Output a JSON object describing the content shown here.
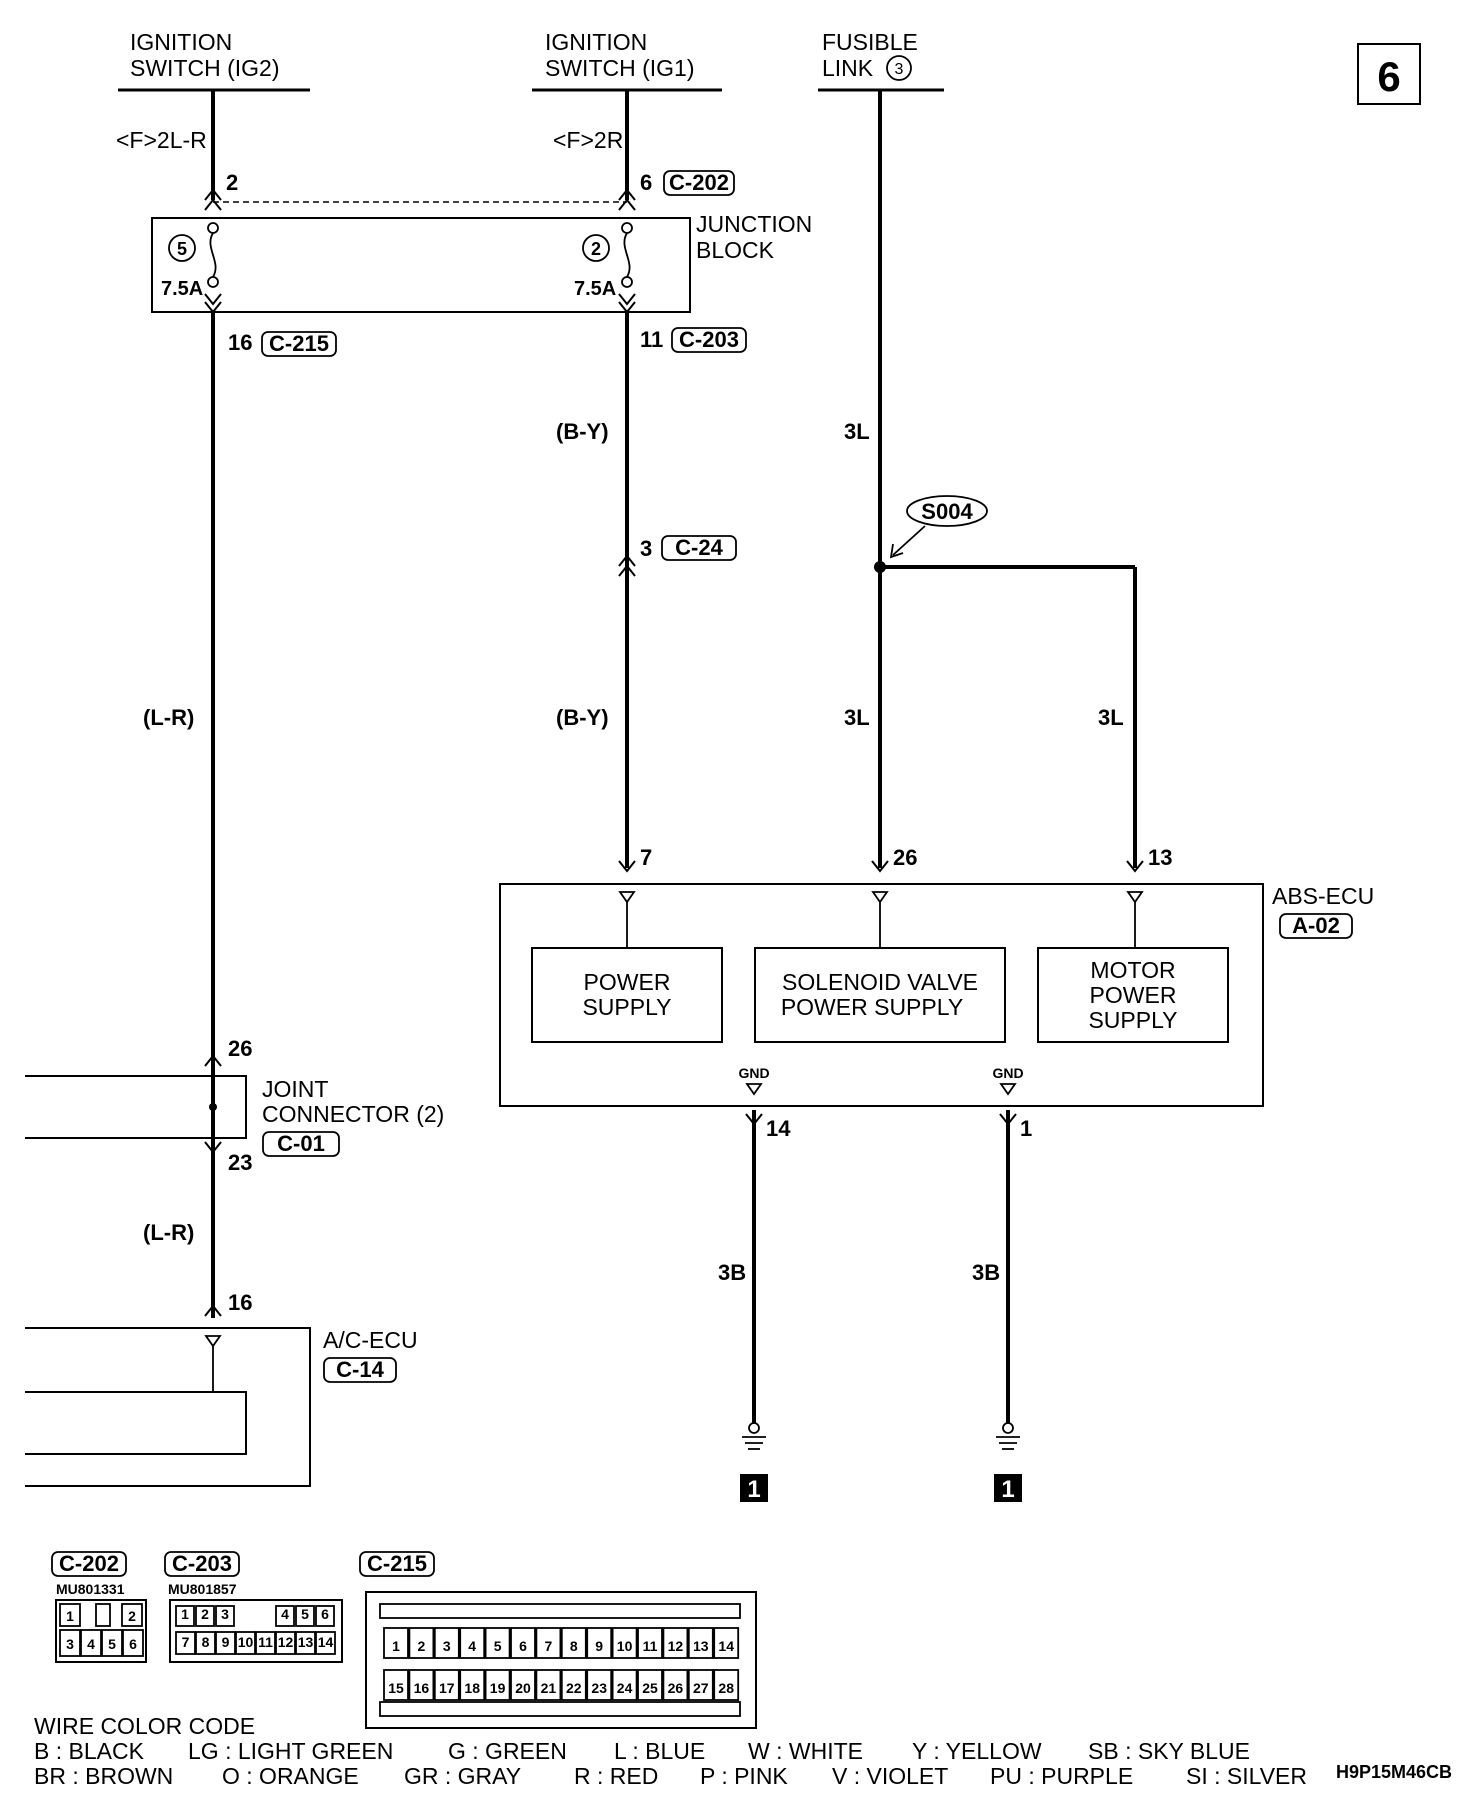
{
  "page_number": "6",
  "sources": {
    "ig2": {
      "line1": "IGNITION",
      "line2": "SWITCH (IG2)",
      "wire_code": "<F>2L-R"
    },
    "ig1": {
      "line1": "IGNITION",
      "line2": "SWITCH (IG1)",
      "wire_code": "<F>2R"
    },
    "fusible": {
      "line1": "FUSIBLE",
      "line2": "LINK",
      "num": "3"
    }
  },
  "junction_block": {
    "line1": "JUNCTION",
    "line2": "BLOCK",
    "fuse_left": {
      "num": "5",
      "rating": "7.5A",
      "pin_in": "2",
      "pin_out": "16",
      "connector_out": "C-215"
    },
    "fuse_right": {
      "num": "2",
      "rating": "7.5A",
      "pin_in": "6",
      "connector_in": "C-202",
      "pin_out": "11",
      "connector_out": "C-203"
    }
  },
  "wires": {
    "lr_1": "(L-R)",
    "lr_2": "(L-R)",
    "by_1": "(B-Y)",
    "by_2": "(B-Y)",
    "l3_1": "3L",
    "l3_2": "3L",
    "l3_3": "3L",
    "b3_1": "3B",
    "b3_2": "3B"
  },
  "c24": {
    "pin": "3",
    "connector": "C-24"
  },
  "splice": "S004",
  "abs_ecu": {
    "name": "ABS-ECU",
    "connector": "A-02",
    "pins": {
      "power": "7",
      "solenoid": "26",
      "motor": "13",
      "gnd1": "14",
      "gnd2": "1"
    },
    "power_supply": [
      "POWER",
      "SUPPLY"
    ],
    "solenoid_supply": [
      "SOLENOID VALVE",
      "POWER SUPPLY"
    ],
    "motor_supply": [
      "MOTOR",
      "POWER",
      "SUPPLY"
    ],
    "gnd_label": "GND",
    "ground_ref": "1"
  },
  "joint_connector": {
    "line1": "JOINT",
    "line2": "CONNECTOR (2)",
    "connector": "C-01",
    "pin_in": "26",
    "pin_out": "23"
  },
  "ac_ecu": {
    "name": "A/C-ECU",
    "connector": "C-14",
    "pin": "16"
  },
  "connector_views": {
    "c202": {
      "label": "C-202",
      "part": "MU801331",
      "row1": [
        "1",
        "",
        "2"
      ],
      "row2": [
        "3",
        "4",
        "5",
        "6"
      ]
    },
    "c203": {
      "label": "C-203",
      "part": "MU801857",
      "row1": [
        "1",
        "2",
        "3",
        "4",
        "5",
        "6"
      ],
      "row2": [
        "7",
        "8",
        "9",
        "10",
        "11",
        "12",
        "13",
        "14"
      ]
    },
    "c215": {
      "label": "C-215",
      "row1": [
        "1",
        "2",
        "3",
        "4",
        "5",
        "6",
        "7",
        "8",
        "9",
        "10",
        "11",
        "12",
        "13",
        "14"
      ],
      "row2": [
        "15",
        "16",
        "17",
        "18",
        "19",
        "20",
        "21",
        "22",
        "23",
        "24",
        "25",
        "26",
        "27",
        "28"
      ]
    }
  },
  "wire_color_code": {
    "title": "WIRE COLOR CODE",
    "row1": [
      "B : BLACK",
      "LG : LIGHT GREEN",
      "G : GREEN",
      "L : BLUE",
      "W : WHITE",
      "Y : YELLOW",
      "SB : SKY BLUE"
    ],
    "row2": [
      "BR : BROWN",
      "O : ORANGE",
      "GR : GRAY",
      "R : RED",
      "P : PINK",
      "V : VIOLET",
      "PU : PURPLE",
      "SI : SILVER"
    ]
  },
  "diagram_code": "H9P15M46CB"
}
